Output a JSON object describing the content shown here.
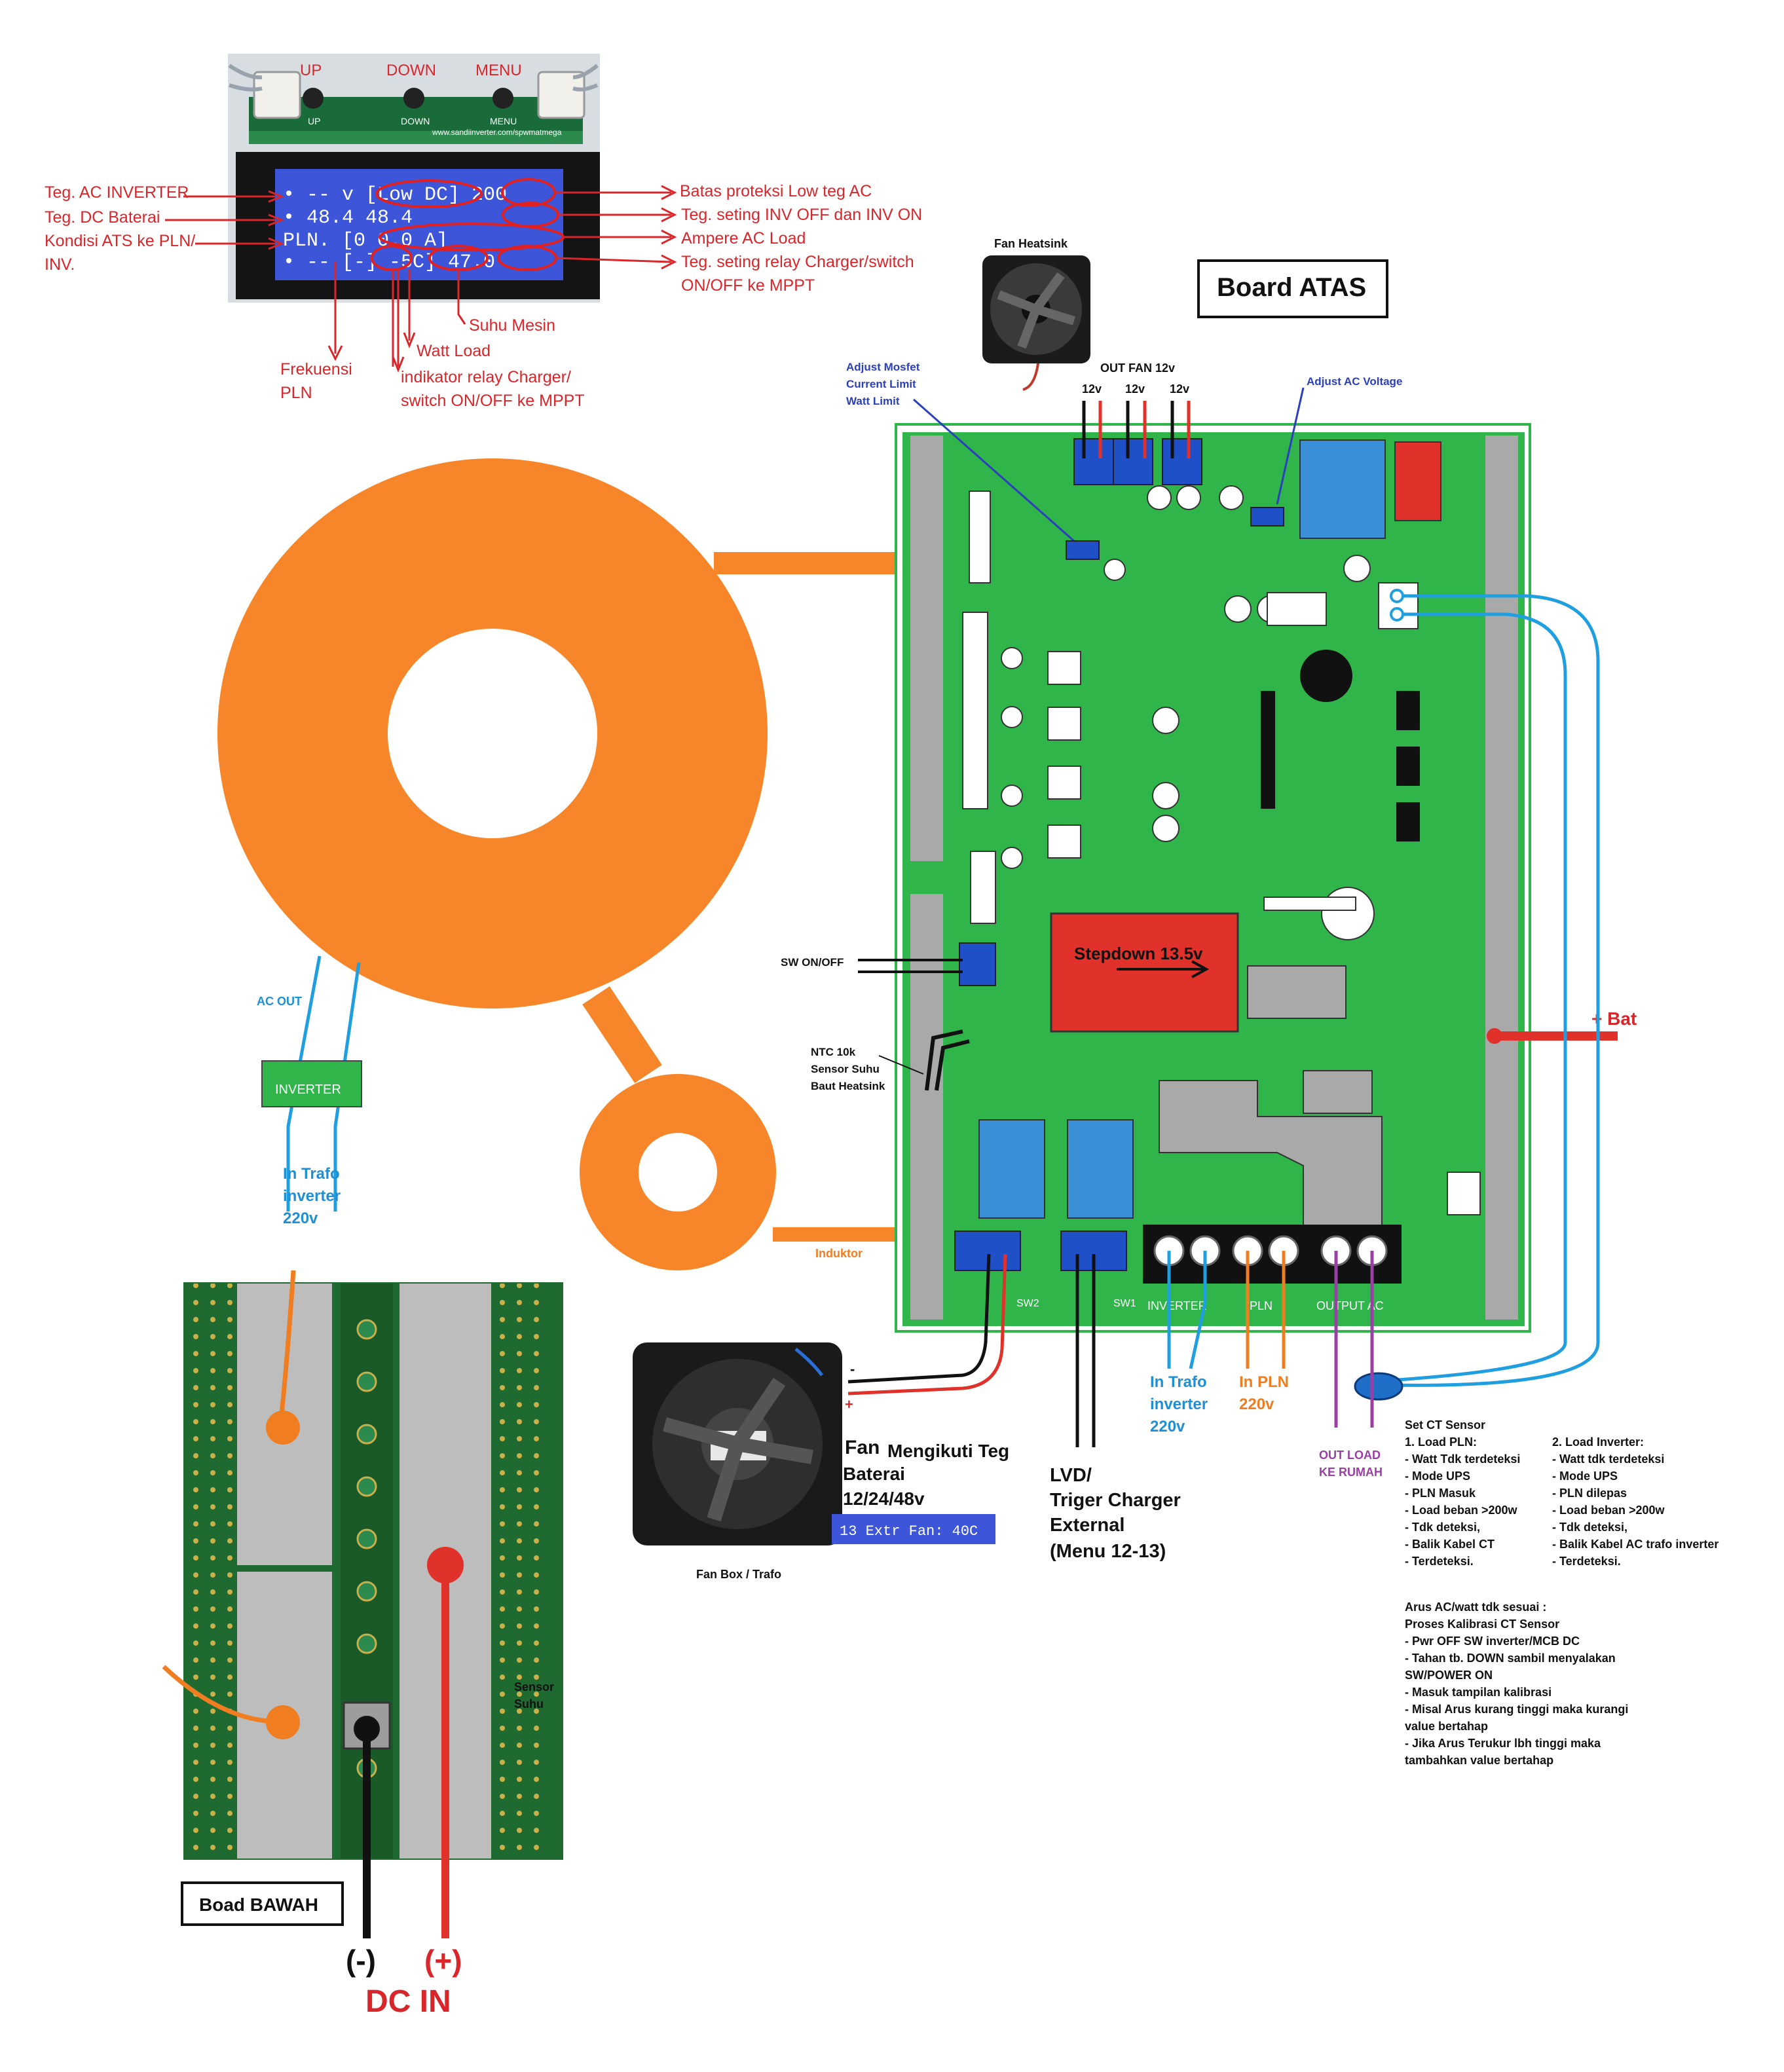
{
  "lcd_panel": {
    "buttons": [
      "UP",
      "DOWN",
      "MENU"
    ],
    "silk_buttons": [
      "UP",
      "DOWN",
      "MENU"
    ],
    "site": "www.sandiinverter.com/spwmatmega",
    "screen_rows": [
      "•  -- v [Low DC] 200",
      "• 48.4          48.4",
      "  PLN.  [0     0.0 A]",
      "•  --  [-]  -5C] 47.0"
    ],
    "left_labels": [
      "Teg. AC INVERTER",
      "Teg. DC Baterai",
      "Kondisi ATS ke PLN/",
      "INV."
    ],
    "right_labels": [
      "Batas proteksi Low teg AC",
      "Teg. seting INV OFF dan INV ON",
      "Ampere AC Load",
      "Teg. seting relay Charger/switch",
      "ON/OFF ke MPPT"
    ],
    "bottom_labels": [
      "Suhu Mesin",
      "Watt Load",
      "indikator  relay Charger/",
      "switch  ON/OFF ke MPPT",
      "Frekuensi",
      "PLN"
    ]
  },
  "board_atas": {
    "title": "Board ATAS",
    "fan_heatsink": "Fan Heatsink",
    "out_fan": "OUT FAN 12v",
    "fan_volts": [
      "12v",
      "12v",
      "12v"
    ],
    "adjust_mosfet": [
      "Adjust Mosfet",
      "Current Limit",
      "Watt Limit"
    ],
    "adjust_ac": "Adjust AC Voltage",
    "stepdown": "Stepdown 13.5v",
    "sw_onoff": "SW ON/OFF",
    "ntc": [
      "NTC 10k",
      "Sensor Suhu",
      "Baut Heatsink"
    ],
    "bat": "+ Bat",
    "terminal_labels": [
      "INVERTER",
      "PLN",
      "OUTPUT AC"
    ],
    "sw_labels": [
      "SW2",
      "SW1"
    ]
  },
  "toroid": {
    "ac_out": "AC OUT",
    "inverter_label": "INVERTER",
    "in_trafo": [
      "In Trafo",
      "inverter",
      "220v"
    ],
    "induktor": "Induktor"
  },
  "fan_box": {
    "polarity": [
      "-",
      "+"
    ],
    "label": "Fan Box / Trafo",
    "fan_title": [
      "Fan",
      "Mengikuti Teg",
      "Baterai",
      "12/24/48v"
    ],
    "lcd_readout": "13 Extr Fan: 40C"
  },
  "outputs": {
    "lvd": [
      "LVD/",
      "Triger Charger",
      "External",
      "(Menu 12-13)"
    ],
    "in_trafo": [
      "In Trafo",
      "inverter",
      "220v"
    ],
    "in_pln": [
      "In PLN",
      "220v"
    ],
    "out_load": [
      "OUT LOAD",
      "KE RUMAH"
    ]
  },
  "ct_notes": {
    "col1": [
      "Set CT Sensor",
      "1. Load PLN:",
      "- Watt Tdk terdeteksi",
      "- Mode UPS",
      "- PLN Masuk",
      "- Load beban >200w",
      "- Tdk deteksi,",
      "- Balik Kabel CT",
      "- Terdeteksi."
    ],
    "col2": [
      "2. Load Inverter:",
      "- Watt tdk terdeteksi",
      "- Mode UPS",
      "- PLN dilepas",
      "- Load beban >200w",
      "- Tdk deteksi,",
      "- Balik Kabel AC trafo inverter",
      "- Terdeteksi."
    ],
    "kalibrasi": [
      "Arus AC/watt tdk sesuai :",
      "Proses Kalibrasi CT Sensor",
      "- Pwr OFF SW inverter/MCB DC",
      "- Tahan tb. DOWN sambil menyalakan",
      "SW/POWER ON",
      "- Masuk tampilan kalibrasi",
      "- Misal Arus kurang tinggi maka kurangi",
      "value bertahap",
      "- Jika Arus Terukur lbh tinggi maka",
      "tambahkan value bertahap"
    ]
  },
  "board_bawah": {
    "title": "Boad BAWAH",
    "sensor": [
      "Sensor",
      "Suhu"
    ],
    "neg": "(-)",
    "pos": "(+)",
    "dc_in": "DC IN"
  },
  "colors": {
    "pcb_green": "#2fb54a",
    "toroid_orange": "#f7862a",
    "annotation_red": "#d9262b",
    "wire_blue": "#1f9ee0",
    "lcd_blue": "#3d55d8"
  }
}
